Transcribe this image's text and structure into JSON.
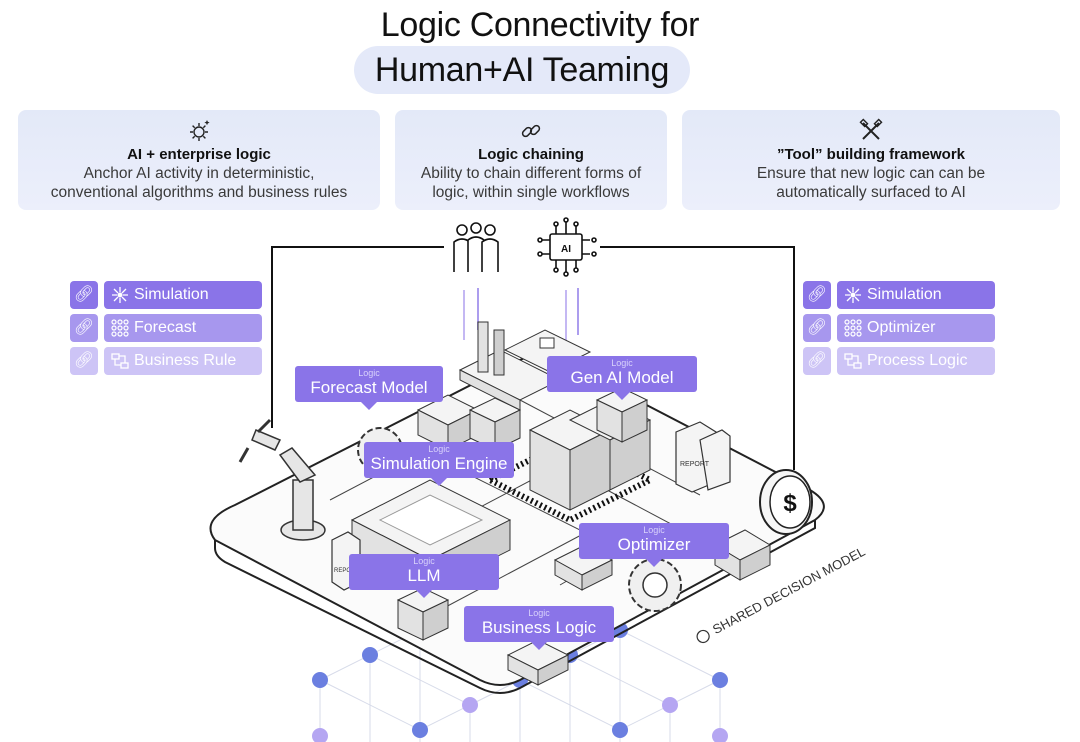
{
  "title": {
    "line1": "Logic Connectivity for",
    "line2": "Human+AI Teaming"
  },
  "cards": [
    {
      "icon": "gear-sparkle-icon",
      "title": "AI + enterprise logic",
      "desc1": "Anchor AI activity in deterministic,",
      "desc2": "conventional algorithms and business rules"
    },
    {
      "icon": "chain-link-icon",
      "title": "Logic chaining",
      "desc1": "Ability to chain different forms of",
      "desc2": "logic, within single workflows"
    },
    {
      "icon": "tools-icon",
      "title": "”Tool” building framework",
      "desc1": "Ensure that new logic can can be",
      "desc2": "automatically surfaced to AI"
    }
  ],
  "left_tools": [
    {
      "label": "Simulation",
      "icon": "network-icon"
    },
    {
      "label": "Forecast",
      "icon": "grid-dots-icon"
    },
    {
      "label": "Business Rule",
      "icon": "flow-icon"
    }
  ],
  "right_tools": [
    {
      "label": "Simulation",
      "icon": "network-icon"
    },
    {
      "label": "Optimizer",
      "icon": "grid-dots-icon"
    },
    {
      "label": "Process Logic",
      "icon": "flow-icon"
    }
  ],
  "logic_tag": "Logic",
  "logic_labels": {
    "forecast": "Forecast Model",
    "genai": "Gen AI Model",
    "simulation": "Simulation Engine",
    "optimizer": "Optimizer",
    "llm": "LLM",
    "business": "Business Logic"
  },
  "chip_label": "AI",
  "report_label": "REPORT",
  "platform_label": "SHARED DECISION MODEL",
  "colors": {
    "accent": "#8a74e8",
    "accent_mid": "#a797ee",
    "accent_light": "#cdc4f6",
    "card_bg": "#e3e9f8",
    "node": "#6b7fe0"
  }
}
